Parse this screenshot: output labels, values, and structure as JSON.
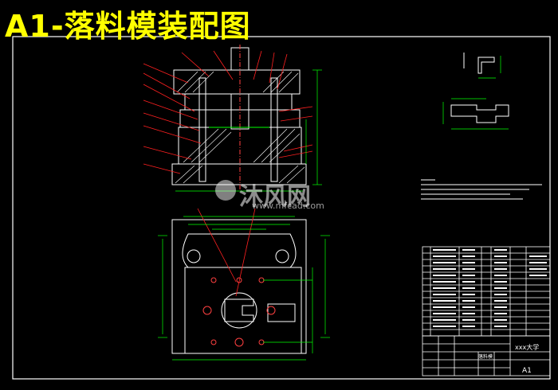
{
  "title": "A1-落料模装配图",
  "watermark": {
    "brand": "沐风网",
    "url": "www.mfcad.com"
  },
  "title_block": {
    "school": "xxx大学",
    "drawing_name": "落料模",
    "sheet_size": "A1"
  },
  "colors": {
    "background": "#000000",
    "title": "#ffff00",
    "outline": "#ffffff",
    "dimension": "#00ff00",
    "leader": "#ff2020",
    "hole": "#ff4040",
    "tech_note": "#ffffff"
  }
}
